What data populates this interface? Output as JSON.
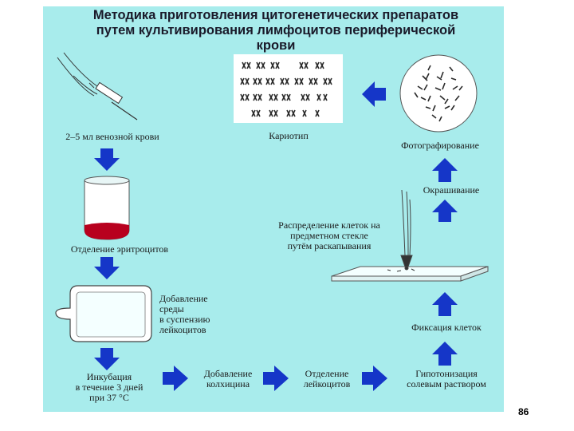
{
  "title": {
    "line1": "Методика приготовления цитогенетических препаратов",
    "line2": "путем культивирования лимфоцитов периферической",
    "line3": "крови"
  },
  "steps": {
    "blood": "2–5 мл венозной крови",
    "erythrocytes": "Отделение эритроцитов",
    "medium": [
      "Добавление",
      "среды",
      "в суспензию",
      "лейкоцитов"
    ],
    "incubation": [
      "Инкубация",
      "в течение 3 дней",
      "при 37 °С"
    ],
    "colchicine": [
      "Добавление",
      "колхицина"
    ],
    "leukocytes": [
      "Отделение",
      "лейкоцитов"
    ],
    "hypotonization": [
      "Гипотонизация",
      "солевым раствором"
    ],
    "fixation": "Фиксация клеток",
    "spreading": [
      "Распределение клеток на",
      "предметном стекле",
      "путём раскапывания"
    ],
    "staining": "Окрашивание",
    "photography": "Фотографирование",
    "karyotype": "Кариотип"
  },
  "page_number": "86",
  "colors": {
    "panel": "#a8ecec",
    "arrow": "#1536c8",
    "blood": "#b8001e"
  }
}
